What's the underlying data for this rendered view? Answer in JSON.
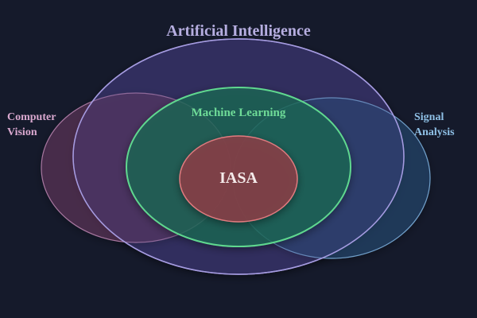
{
  "diagram": {
    "type": "venn/euler",
    "sets": [
      {
        "id": "ai",
        "label": "Artificial Intelligence",
        "fill": "#2f2d58",
        "stroke": "#a59be0"
      },
      {
        "id": "cv",
        "label_line1": "Computer",
        "label_line2": "Vision",
        "fill": "#5a3558",
        "stroke": "#c48bb8"
      },
      {
        "id": "sa",
        "label_line1": "Signal",
        "label_line2": "Analysis",
        "fill": "#234265",
        "stroke": "#7fb4e0"
      },
      {
        "id": "ml",
        "label": "Machine Learning",
        "fill": "#265a52",
        "stroke": "#5fd88f"
      },
      {
        "id": "iasa",
        "label": "IASA",
        "fill": "#7d3f48",
        "stroke": "#e07a7e"
      }
    ],
    "background": "#151a2b"
  }
}
